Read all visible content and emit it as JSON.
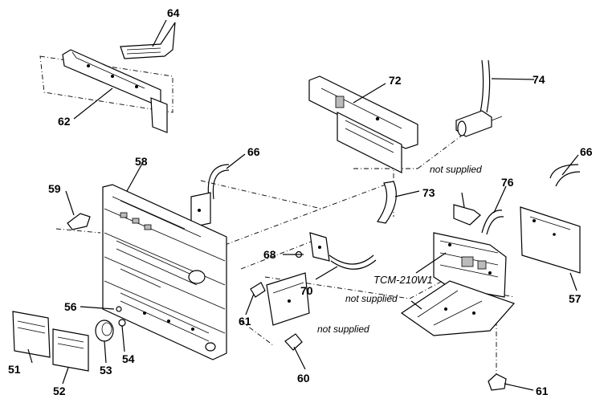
{
  "labels": {
    "p64": "64",
    "p62": "62",
    "p72": "72",
    "p74": "74",
    "p66a": "66",
    "p66b": "66",
    "p58": "58",
    "p59": "59",
    "p73": "73",
    "p76": "76",
    "p68": "68",
    "p70": "70",
    "p56": "56",
    "p61a": "61",
    "p61b": "61",
    "p51": "51",
    "p52": "52",
    "p53": "53",
    "p54": "54",
    "p60": "60",
    "p57": "57"
  },
  "notes": {
    "not_supplied_top": "not supplied",
    "not_supplied_mid": "not supplied",
    "not_supplied_bottom": "not supplied"
  },
  "model": "TCM-210W1"
}
